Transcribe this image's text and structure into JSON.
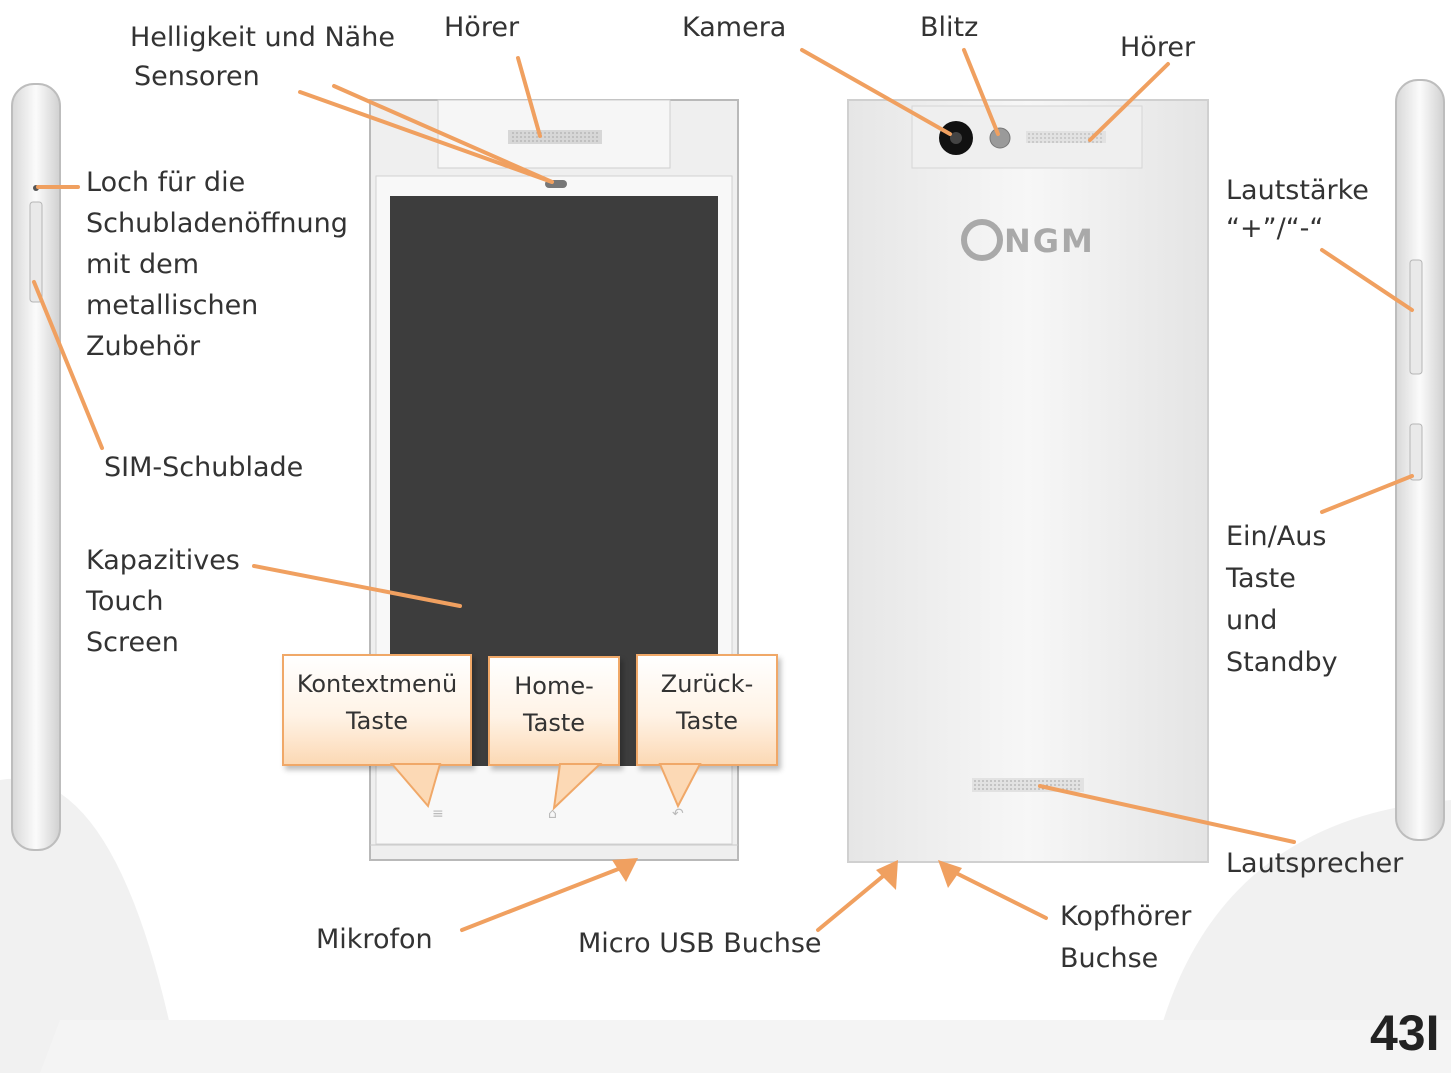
{
  "colors": {
    "accent": "#f0a060",
    "screen": "#3d3d3d",
    "phone_body": "#ececec"
  },
  "brand_logo": "NGM",
  "labels": {
    "helligkeit": [
      "Helligkeit und Nähe",
      "Sensoren"
    ],
    "hoerer_front": "Hörer",
    "kamera": "Kamera",
    "blitz": "Blitz",
    "hoerer_back": "Hörer",
    "loch": [
      "Loch für die",
      "Schubladenöffnung",
      "mit dem",
      "metallischen",
      "Zubehör"
    ],
    "sim": "SIM-Schublade",
    "kapazitiv": [
      "Kapazitives",
      "Touch",
      "Screen"
    ],
    "lautstaerke": [
      "Lautstärke",
      "“+”/“-“"
    ],
    "einaus": [
      "Ein/Aus",
      "Taste",
      "und",
      "Standby"
    ],
    "lautsprecher": "Lautsprecher",
    "mikrofon": "Mikrofon",
    "usb": "Micro USB Buchse",
    "kopfhoerer": [
      "Kopfhörer",
      "Buchse"
    ]
  },
  "bubbles": {
    "kontext": [
      "Kontextmenü",
      "Taste"
    ],
    "home": [
      "Home-",
      "Taste"
    ],
    "zurueck": [
      "Zurück-",
      "Taste"
    ]
  },
  "page_number": "43I"
}
